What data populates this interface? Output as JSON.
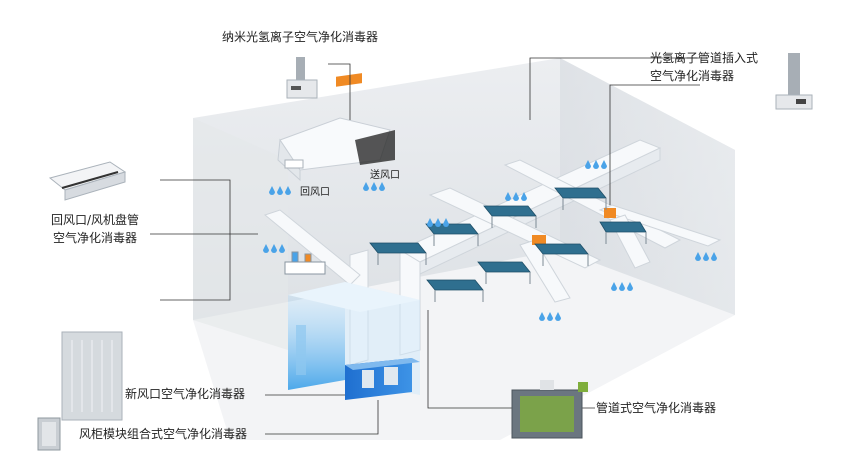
{
  "labels": {
    "nano_purifier": "纳米光氢离子空气净化消毒器",
    "duct_insert_line1": "光氢离子管道插入式",
    "duct_insert_line2": "空气净化消毒器",
    "return_air_line1": "回风口/风机盘管",
    "return_air_line2": "空气净化消毒器",
    "fresh_air": "新风口空气净化消毒器",
    "ahu_module": "风柜模块组合式空气净化消毒器",
    "duct_type": "管道式空气净化消毒器",
    "return_vent": "回风口",
    "supply_vent": "送风口"
  },
  "colors": {
    "wall": "#e9ecef",
    "floor": "#f4f5f6",
    "duct": "#f7f9fb",
    "bed": "#2f6f8f",
    "accent_orange": "#f08a24",
    "ahu_blue": "#2f7fd8",
    "airflow": "#4aa3e8"
  },
  "icons": [
    "ceiling-cassette-icon",
    "tower-purifier-icon",
    "duct-insert-device-icon",
    "panel-filter-icon",
    "cabinet-purifier-icon",
    "duct-purifier-icon"
  ]
}
